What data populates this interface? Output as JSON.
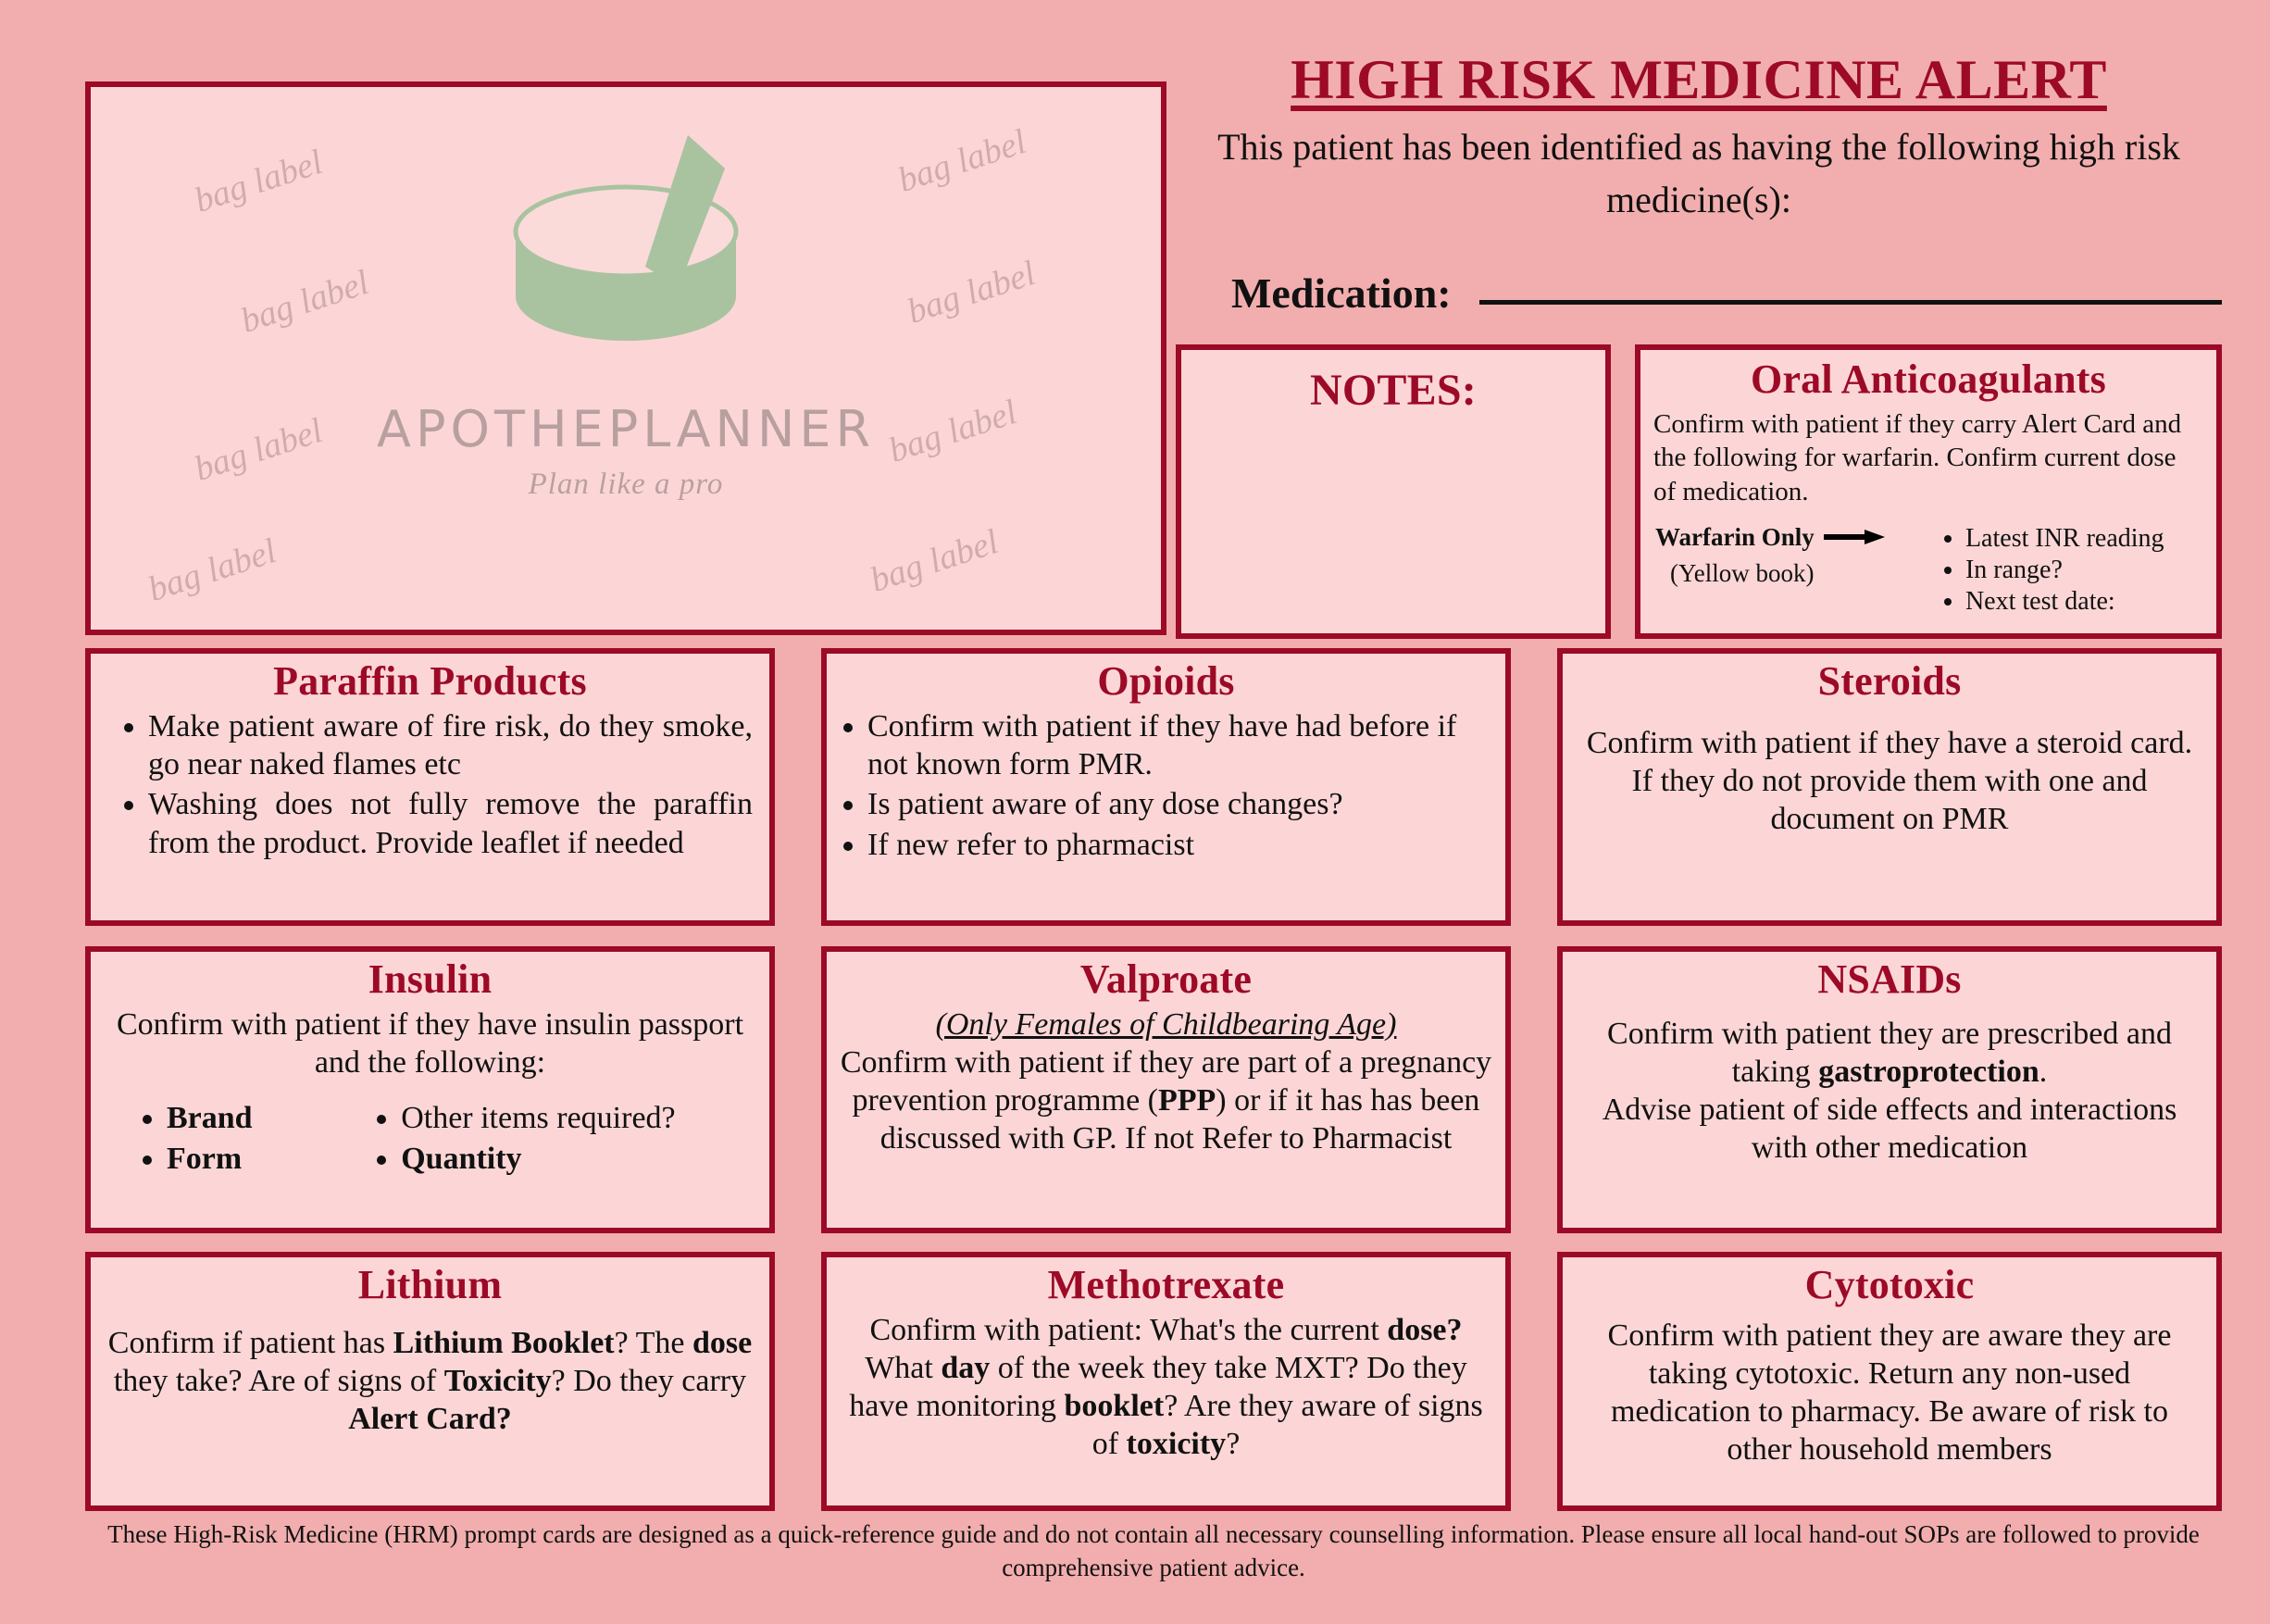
{
  "header": {
    "title": "HIGH RISK MEDICINE ALERT",
    "subtitle": "This patient has been identified as having the following high  risk medicine(s):",
    "medication_label": "Medication:",
    "medication_value": ""
  },
  "bag_label": {
    "watermark_text": "bag label",
    "brand": "APOTHEPLANNER",
    "tagline": "Plan like a pro",
    "logo_icon": "mortar-and-pestle-icon"
  },
  "notes": {
    "title": "NOTES:",
    "value": ""
  },
  "anticoagulants": {
    "title": "Oral Anticoagulants",
    "body": "Confirm with patient if they carry Alert Card and the following for warfarin. Confirm current dose of medication.",
    "warfarin_only": "Warfarin Only",
    "arrow_icon": "right-arrow-icon",
    "yellow_book": "(Yellow book)",
    "checks": [
      "Latest INR reading",
      "In range?",
      "Next test date:"
    ]
  },
  "cards": {
    "paraffin": {
      "title": "Paraffin Products",
      "bullets": [
        "Make patient aware of fire risk, do they smoke, go near naked flames etc",
        "Washing does not fully remove the paraffin from the product. Provide leaflet if needed"
      ]
    },
    "opioids": {
      "title": "Opioids",
      "bullets": [
        "Confirm with patient if they have had before if not known form PMR.",
        "Is patient aware of any dose changes?",
        "If new refer to pharmacist"
      ]
    },
    "steroids": {
      "title": "Steroids",
      "body": "Confirm with patient if they have a steroid card. If they do not provide them with one and document on PMR"
    },
    "insulin": {
      "title": "Insulin",
      "body": "Confirm with patient if they have insulin passport and the following:",
      "column_a": [
        "Brand",
        "Form"
      ],
      "column_b": [
        "Other items required?",
        "Quantity"
      ]
    },
    "valproate": {
      "title": "Valproate",
      "subtitle": "(Only Females of Childbearing Age)",
      "body_part1": "Confirm with patient if they are part of a pregnancy prevention programme (",
      "body_bold": "PPP",
      "body_part2": ") or if it has has been discussed with GP. If not Refer to Pharmacist"
    },
    "nsaids": {
      "title": "NSAIDs",
      "line1_pre": "Confirm with patient they are prescribed and taking ",
      "line1_bold": "gastroprotection",
      "line1_post": ".",
      "line2": "Advise patient of side effects and interactions with other medication"
    },
    "lithium": {
      "title": "Lithium",
      "seg1": "Confirm if patient has ",
      "seg2_bold": "Lithium Booklet",
      "seg3": "? The ",
      "seg4_bold": "dose",
      "seg5": " they take? Are of signs of ",
      "seg6_bold": "Toxicity",
      "seg7": "? Do they carry ",
      "seg8_bold": "Alert Card?"
    },
    "methotrexate": {
      "title": "Methotrexate",
      "seg1": "Confirm with patient: What's the current ",
      "seg2_bold": "dose?",
      "seg3": " What ",
      "seg4_bold": "day",
      "seg5": " of the week they take MXT? Do they have monitoring ",
      "seg6_bold": "booklet",
      "seg7": "? Are they aware of signs of ",
      "seg8_bold": "toxicity",
      "seg9": "?"
    },
    "cytotoxic": {
      "title": "Cytotoxic",
      "body": "Confirm with patient they are aware they are taking cytotoxic. Return any non-used medication to pharmacy. Be aware of risk to other household members"
    }
  },
  "footer": {
    "text": "These High-Risk Medicine (HRM) prompt cards are designed as a quick-reference guide and do not contain all necessary counselling information. Please ensure all local hand-out SOPs are followed to provide comprehensive patient advice."
  },
  "colors": {
    "page_background": "#F2AEAE",
    "card_background": "#FCD6D6",
    "border_accent": "#9C0A27",
    "heading_red": "#9C0A27",
    "logo_green": "#A9C3A0",
    "watermark_grey": "#C9A5A5"
  }
}
